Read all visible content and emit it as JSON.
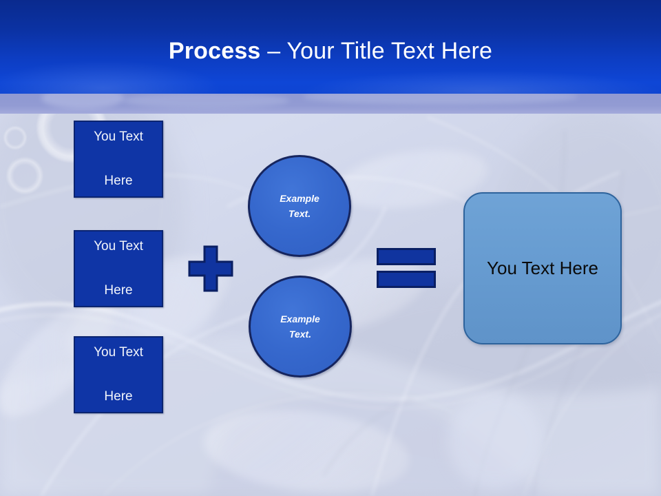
{
  "slide": {
    "title_strong": "Process",
    "title_rest": " – Your Title Text Here",
    "colors": {
      "header_top": "#0a2a8e",
      "header_bottom": "#0e46d6",
      "header_stripe": "#8f99d2",
      "box_fill": "#0f35a6",
      "box_border": "#0b2470",
      "circle_fill": "#3668cd",
      "circle_border": "#16255e",
      "result_fill": "#679cd1",
      "result_border": "#2e639c",
      "background": "#d2d7ea",
      "title_text": "#ffffff",
      "result_text": "#0a0a0a"
    }
  },
  "left_boxes": [
    {
      "line1": "You Text",
      "line2": "Here"
    },
    {
      "line1": "You Text",
      "line2": "Here"
    },
    {
      "line1": "You Text",
      "line2": "Here"
    }
  ],
  "circles": [
    {
      "line1": "Example",
      "line2": "Text."
    },
    {
      "line1": "Example",
      "line2": "Text."
    }
  ],
  "operators": {
    "plus": "+",
    "equals": "="
  },
  "result": {
    "label": "You Text Here"
  }
}
